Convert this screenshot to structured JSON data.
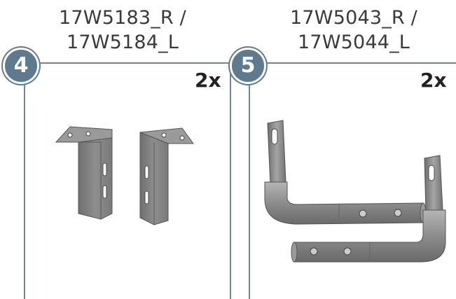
{
  "parts": [
    {
      "number": "4",
      "title_line1": "17W5183_R /",
      "title_line2": "17W5184_L",
      "quantity": "2x",
      "illustration": "bracket-pair"
    },
    {
      "number": "5",
      "title_line1": "17W5043_R /",
      "title_line2": "17W5044_L",
      "quantity": "2x",
      "illustration": "bent-tube-pair"
    }
  ],
  "colors": {
    "rule": "#6d8799",
    "badge": "#5e7a8e",
    "metal": "#8a8a8a"
  }
}
